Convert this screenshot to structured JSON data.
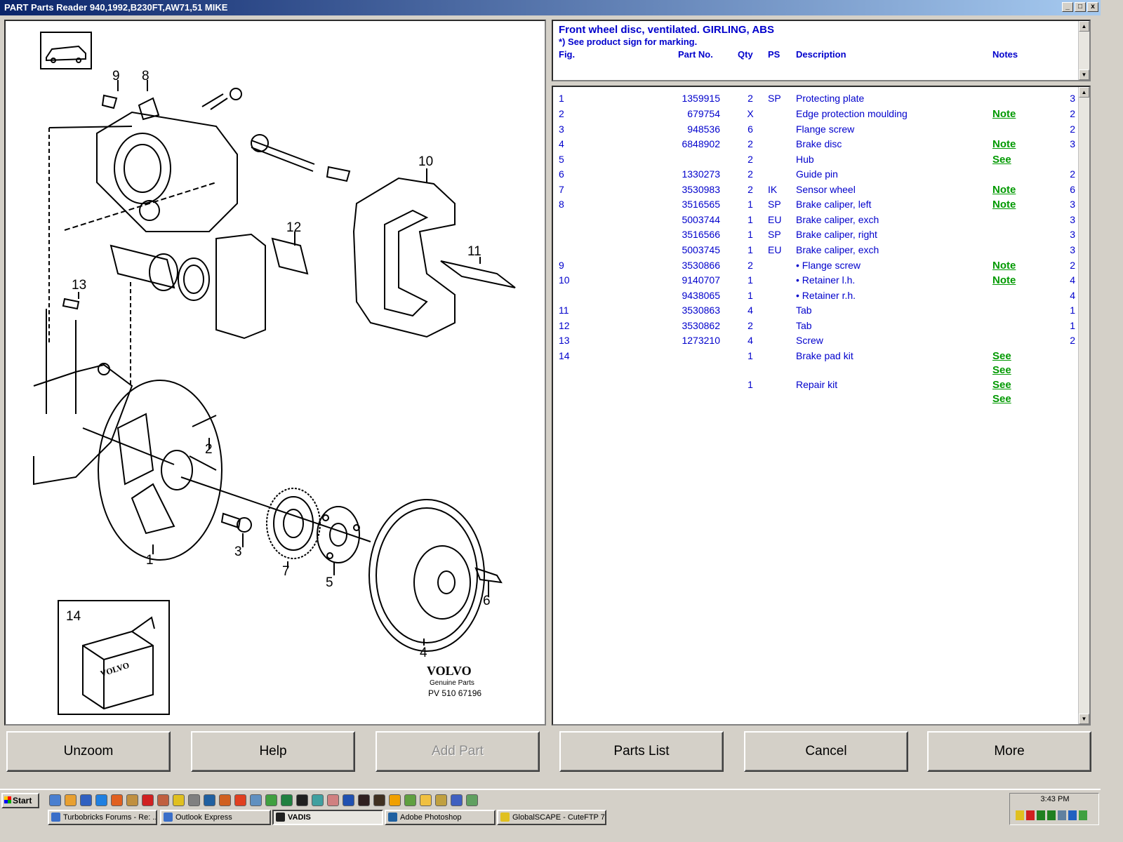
{
  "window": {
    "title": "PART Parts Reader 940,1992,B230FT,AW71,51 MIKE",
    "btn_min": "_",
    "btn_max": "□",
    "btn_close": "x"
  },
  "header": {
    "title": "Front wheel disc, ventilated. GIRLING, ABS",
    "subtitle": "*) See product sign for marking.",
    "col_fig": "Fig.",
    "col_part": "Part No.",
    "col_qty": "Qty",
    "col_ps": "PS",
    "col_desc": "Description",
    "col_notes": "Notes"
  },
  "diagram": {
    "callouts": [
      "9",
      "8",
      "10",
      "12",
      "11",
      "13",
      "2",
      "1",
      "3",
      "7",
      "5",
      "6",
      "4",
      "14"
    ],
    "brand": "VOLVO",
    "brand_sub": "Genuine Parts",
    "code": "PV 510 67196",
    "box_label": "VOLVO"
  },
  "rows": [
    {
      "fig": "1",
      "part": "1359915",
      "qty": "2",
      "ps": "SP",
      "desc": "Protecting plate",
      "note": "",
      "num": "3"
    },
    {
      "fig": "2",
      "part": "679754",
      "qty": "X",
      "ps": "",
      "desc": "Edge protection moulding",
      "note": "Note",
      "num": "2"
    },
    {
      "fig": "3",
      "part": "948536",
      "qty": "6",
      "ps": "",
      "desc": "Flange screw",
      "note": "",
      "num": "2"
    },
    {
      "fig": "4",
      "part": "6848902",
      "qty": "2",
      "ps": "",
      "desc": "Brake disc",
      "note": "Note",
      "num": "3"
    },
    {
      "fig": "5",
      "part": "",
      "qty": "2",
      "ps": "",
      "desc": "Hub",
      "note": "See",
      "num": ""
    },
    {
      "fig": "6",
      "part": "1330273",
      "qty": "2",
      "ps": "",
      "desc": "Guide pin",
      "note": "",
      "num": "2"
    },
    {
      "fig": "7",
      "part": "3530983",
      "qty": "2",
      "ps": "IK",
      "desc": "Sensor wheel",
      "note": "Note",
      "num": "6"
    },
    {
      "fig": "8",
      "part": "3516565",
      "qty": "1",
      "ps": "SP",
      "desc": "Brake caliper, left",
      "note": "Note",
      "num": "3"
    },
    {
      "fig": "",
      "part": "5003744",
      "qty": "1",
      "ps": "EU",
      "desc": "Brake caliper, exch",
      "note": "",
      "num": "3"
    },
    {
      "fig": "",
      "part": "3516566",
      "qty": "1",
      "ps": "SP",
      "desc": "Brake caliper, right",
      "note": "",
      "num": "3"
    },
    {
      "fig": "",
      "part": "5003745",
      "qty": "1",
      "ps": "EU",
      "desc": "Brake caliper, exch",
      "note": "",
      "num": "3"
    },
    {
      "fig": "9",
      "part": "3530866",
      "qty": "2",
      "ps": "",
      "desc": "• Flange screw",
      "note": "Note",
      "num": "2"
    },
    {
      "fig": "10",
      "part": "9140707",
      "qty": "1",
      "ps": "",
      "desc": "• Retainer l.h.",
      "note": "Note",
      "num": "4"
    },
    {
      "fig": "",
      "part": "9438065",
      "qty": "1",
      "ps": "",
      "desc": "• Retainer r.h.",
      "note": "",
      "num": "4"
    },
    {
      "fig": "11",
      "part": "3530863",
      "qty": "4",
      "ps": "",
      "desc": "Tab",
      "note": "",
      "num": "1"
    },
    {
      "fig": "12",
      "part": "3530862",
      "qty": "2",
      "ps": "",
      "desc": "Tab",
      "note": "",
      "num": "1"
    },
    {
      "fig": "13",
      "part": "1273210",
      "qty": "4",
      "ps": "",
      "desc": "Screw",
      "note": "",
      "num": "2"
    },
    {
      "fig": "14",
      "part": "",
      "qty": "1",
      "ps": "",
      "desc": "Brake pad kit",
      "note": "See",
      "num": ""
    },
    {
      "fig": "",
      "part": "",
      "qty": "",
      "ps": "",
      "desc": "",
      "note": "See",
      "num": ""
    },
    {
      "fig": "",
      "part": "",
      "qty": "1",
      "ps": "",
      "desc": "Repair kit",
      "note": "See",
      "num": ""
    },
    {
      "fig": "",
      "part": "",
      "qty": "",
      "ps": "",
      "desc": "",
      "note": "See",
      "num": ""
    }
  ],
  "buttons": {
    "unzoom": "Unzoom",
    "help": "Help",
    "add_part": "Add Part",
    "parts_list": "Parts List",
    "cancel": "Cancel",
    "more": "More"
  },
  "taskbar": {
    "start": "Start",
    "tasks": [
      "Turbobricks Forums - Re: ...",
      "Outlook Express",
      "VADIS",
      "Adobe Photoshop",
      "GlobalSCAPE - CuteFTP 7..."
    ],
    "clock": "3:43 PM"
  }
}
